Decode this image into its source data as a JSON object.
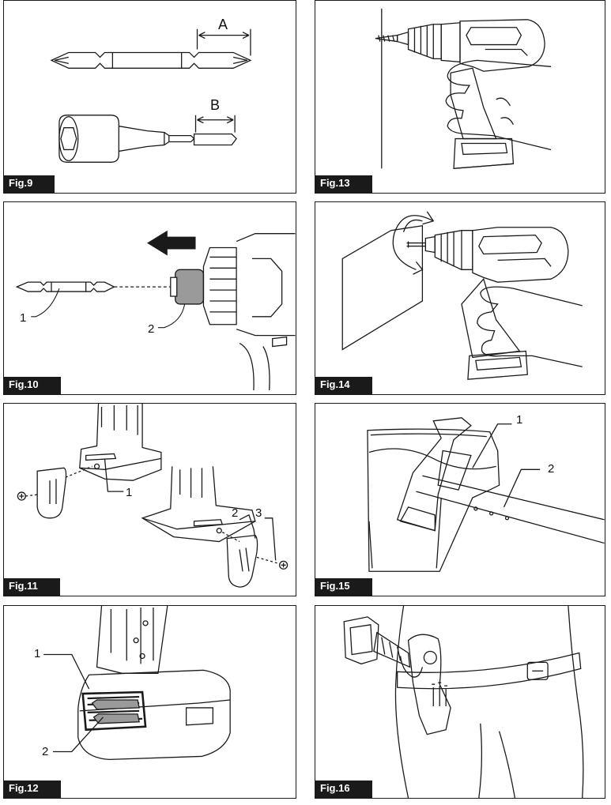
{
  "figures": {
    "fig9": {
      "label": "Fig.9",
      "callouts": {
        "a": "A",
        "b": "B"
      }
    },
    "fig13": {
      "label": "Fig.13"
    },
    "fig10": {
      "label": "Fig.10",
      "callouts": {
        "c1": "1",
        "c2": "2"
      }
    },
    "fig14": {
      "label": "Fig.14"
    },
    "fig11": {
      "label": "Fig.11",
      "callouts": {
        "c1": "1",
        "c2": "2",
        "c3": "3"
      }
    },
    "fig15": {
      "label": "Fig.15",
      "callouts": {
        "c1": "1",
        "c2": "2"
      }
    },
    "fig12": {
      "label": "Fig.12",
      "callouts": {
        "c1": "1",
        "c2": "2"
      }
    },
    "fig16": {
      "label": "Fig.16"
    }
  },
  "colors": {
    "ink": "#1a1a1a",
    "paper": "#ffffff",
    "bit_gray": "#9a9a9a"
  }
}
